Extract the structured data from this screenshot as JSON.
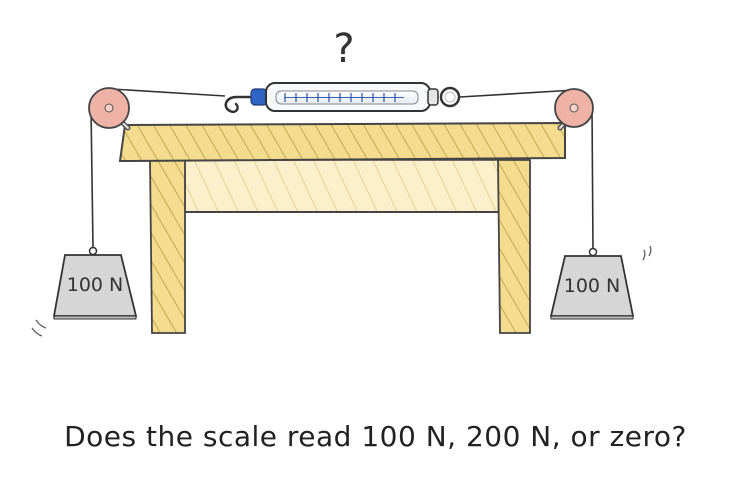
{
  "scale": {
    "question_mark": "?"
  },
  "weights": {
    "left_label": "100 N",
    "right_label": "100 N"
  },
  "caption": "Does the scale read 100 N, 200 N, or zero?",
  "colors": {
    "wood": "#f2d98a",
    "pulley": "#eeb2a6",
    "weight": "#d6d6d6",
    "scale_accent": "#2f63c4",
    "outline": "#333333"
  }
}
